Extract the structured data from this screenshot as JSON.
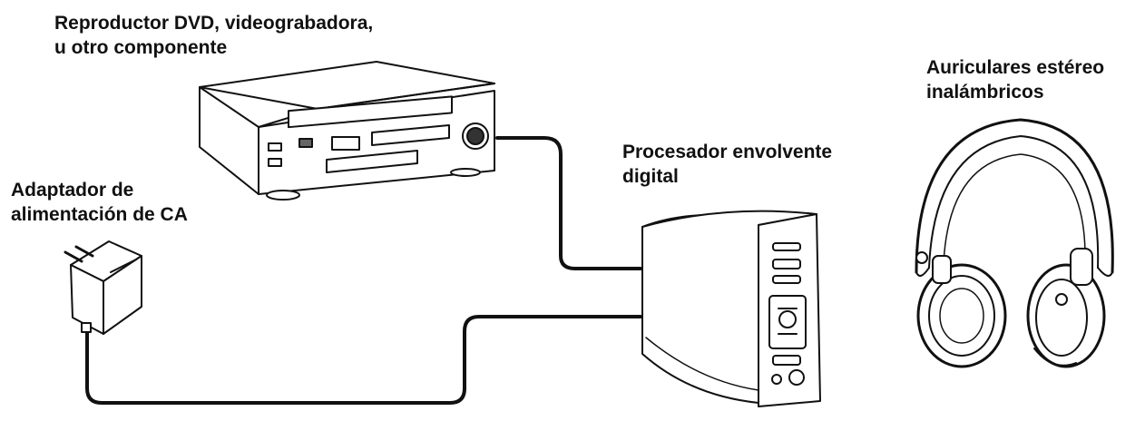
{
  "labels": {
    "dvd_player": [
      "Reproductor DVD, videograbadora,",
      "u otro componente"
    ],
    "ac_adapter": [
      "Adaptador de",
      "alimentación de CA"
    ],
    "processor": [
      "Procesador envolvente",
      "digital"
    ],
    "headphones": [
      "Auriculares estéreo",
      "inalámbricos"
    ]
  }
}
